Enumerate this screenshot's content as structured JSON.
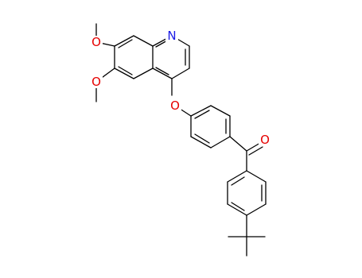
{
  "diagram": {
    "type": "chemical-structure",
    "atom_labels": {
      "quinoline_nitrogen": "N",
      "ether_oxygen": "O",
      "carbonyl_oxygen": "O",
      "methoxy_oxygen_top": "O",
      "methoxy_oxygen_bottom": "O"
    },
    "colors": {
      "bond": "#000000",
      "nitrogen": "#1a1ae6",
      "oxygen": "#e60000",
      "background": "#ffffff"
    }
  }
}
